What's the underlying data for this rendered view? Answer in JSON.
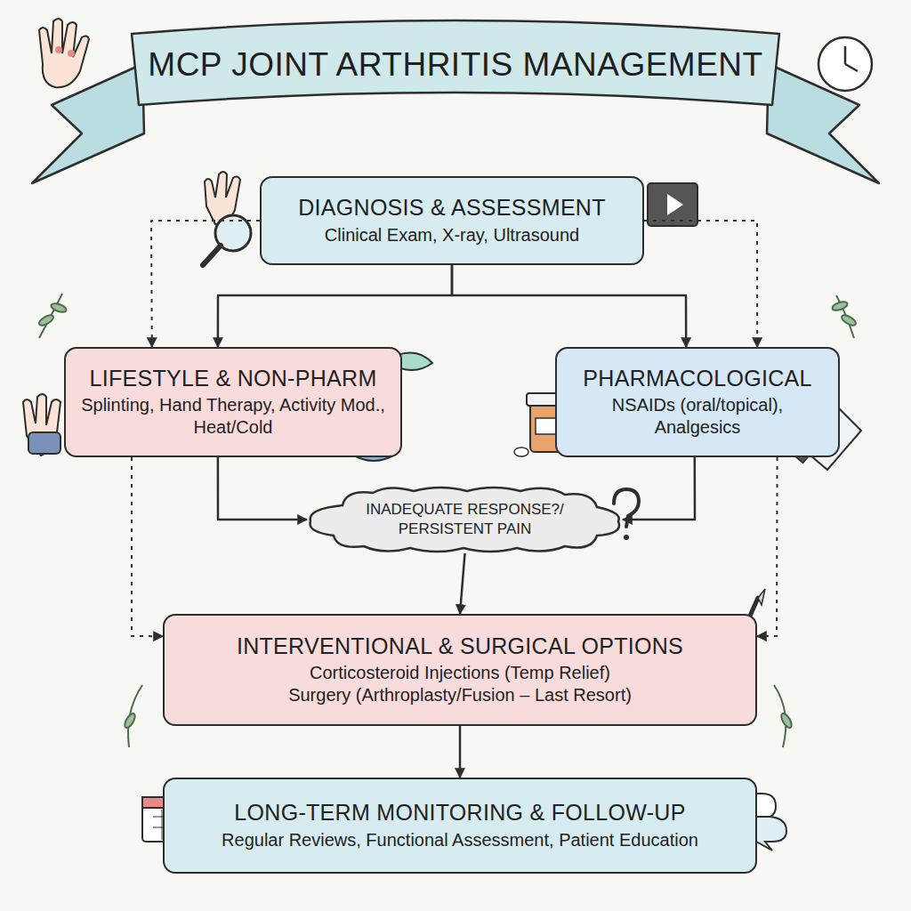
{
  "diagram": {
    "title": "MCP JOINT ARTHRITIS MANAGEMENT",
    "nodes": [
      {
        "text": [
          "DIAGNOSIS & ASSESSMENT",
          "Clinical Exam, X-ray, Ultrasound"
        ]
      },
      {
        "text": [
          "LIFESTYLE & NON-PHARM",
          "Splinting, Hand Therapy, Activity Mod., Heat/Cold"
        ]
      },
      {
        "text": [
          "PHARMACOLOGICAL",
          "NSAIDs (oral/topical), Analgesics"
        ]
      },
      {
        "text": [
          "INADEQUATE RESPONSE?/ PERSISTENT PAIN"
        ]
      },
      {
        "text": [
          "INTERVENTIONAL & SURGICAL OPTIONS",
          "Corticosteroid Injections (Temp Relief)",
          "Surgery (Arthroplasty/Fusion – Last Resort)"
        ]
      },
      {
        "text": [
          "LONG-TERM MONITORING & FOLLOW-UP",
          "Regular Reviews, Functional Assessment, Patient Education"
        ]
      }
    ],
    "edges": [
      {
        "from": 0,
        "to": 1,
        "arrow": "to"
      },
      {
        "from": 0,
        "to": 2,
        "arrow": "to"
      },
      {
        "from": 0,
        "to": 1,
        "arrow": "to"
      },
      {
        "from": 0,
        "to": 2,
        "arrow": "to"
      },
      {
        "from": 1,
        "to": 3,
        "arrow": "to"
      },
      {
        "from": 2,
        "to": 3,
        "arrow": "to"
      },
      {
        "from": 1,
        "to": 4,
        "arrow": "to"
      },
      {
        "from": 2,
        "to": 4,
        "arrow": "to"
      },
      {
        "from": 3,
        "to": 4,
        "arrow": "to"
      },
      {
        "from": 4,
        "to": 5,
        "arrow": "to"
      }
    ]
  }
}
